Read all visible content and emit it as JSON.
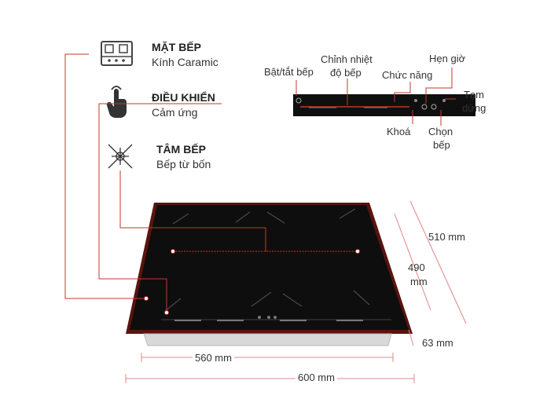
{
  "features": [
    {
      "title": "MẶT BẾP",
      "subtitle": "Kính Caramic",
      "icon": "hob-top-icon"
    },
    {
      "title": "ĐIỀU KHIỂN",
      "subtitle": "Cảm ứng",
      "icon": "touch-hand-icon"
    },
    {
      "title": "TÂM BẾP",
      "subtitle": "Bếp từ bốn",
      "icon": "induction-zone-icon"
    }
  ],
  "control_labels": {
    "power": "Bật/tắt bếp",
    "temp_line1": "Chỉnh nhiệt",
    "temp_line2": "độ bếp",
    "function": "Chức năng",
    "timer": "Hẹn giờ",
    "pause_line1": "Tạm",
    "pause_line2": "dừng",
    "lock": "Khoá",
    "select_line1": "Chọn",
    "select_line2": "bếp"
  },
  "dimensions": {
    "depth_outer": "510 mm",
    "depth_inner_line1": "490",
    "depth_inner_line2": "mm",
    "height": "63 mm",
    "width_inner": "560 mm",
    "width_outer": "600 mm"
  },
  "colors": {
    "leader": "#c0392b",
    "glass": "#0d0d0d",
    "frame": "#6b1a12"
  }
}
